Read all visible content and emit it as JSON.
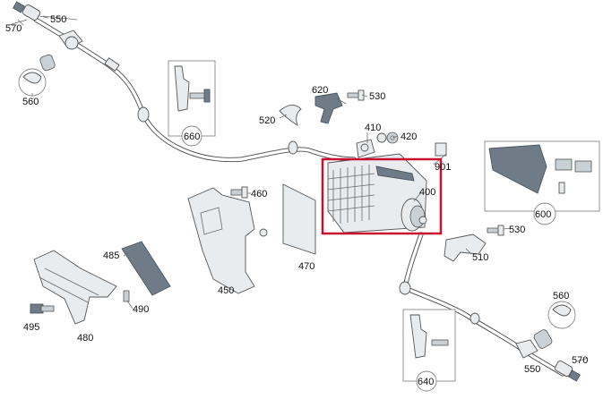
{
  "diagram": {
    "highlight_color": "#c8102e",
    "callouts": [
      {
        "id": "c570a",
        "text": "570"
      },
      {
        "id": "c550a",
        "text": "550"
      },
      {
        "id": "c560a",
        "text": "560"
      },
      {
        "id": "c660",
        "text": "660"
      },
      {
        "id": "c620",
        "text": "620"
      },
      {
        "id": "c530a",
        "text": "530"
      },
      {
        "id": "c520",
        "text": "520"
      },
      {
        "id": "c410",
        "text": "410"
      },
      {
        "id": "c420",
        "text": "420"
      },
      {
        "id": "c901",
        "text": "901"
      },
      {
        "id": "c400",
        "text": "400"
      },
      {
        "id": "c460",
        "text": "460"
      },
      {
        "id": "c470",
        "text": "470"
      },
      {
        "id": "c450",
        "text": "450"
      },
      {
        "id": "c485",
        "text": "485"
      },
      {
        "id": "c490",
        "text": "490"
      },
      {
        "id": "c495",
        "text": "495"
      },
      {
        "id": "c480",
        "text": "480"
      },
      {
        "id": "c600",
        "text": "600"
      },
      {
        "id": "c530b",
        "text": "530"
      },
      {
        "id": "c510",
        "text": "510"
      },
      {
        "id": "c560b",
        "text": "560"
      },
      {
        "id": "c640",
        "text": "640"
      },
      {
        "id": "c550b",
        "text": "550"
      },
      {
        "id": "c570b",
        "text": "570"
      }
    ]
  }
}
